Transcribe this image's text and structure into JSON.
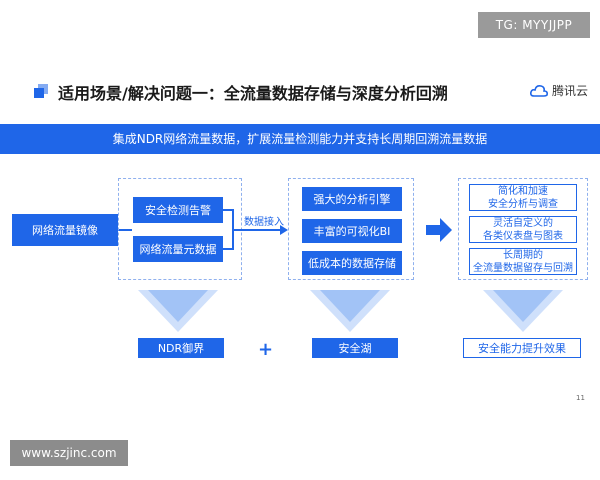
{
  "watermark_top": "TG: MYYJJPP",
  "watermark_bottom": "www.szjinc.com",
  "title": "适用场景/解决问题一：全流量数据存储与深度分析回溯",
  "logo_text": "腾讯云",
  "banner": "集成NDR网络流量数据，扩展流量检测能力并支持长周期回溯流量数据",
  "source_box": "网络流量镜像",
  "group1": [
    "安全检测告警",
    "网络流量元数据"
  ],
  "connector_label": "数据接入",
  "group2": [
    "强大的分析引擎",
    "丰富的可视化BI",
    "低成本的数据存储"
  ],
  "group3": [
    {
      "line1": "简化和加速",
      "line2": "安全分析与调查"
    },
    {
      "line1": "灵活自定义的",
      "line2": "各类仪表盘与图表"
    },
    {
      "line1": "长周期的",
      "line2": "全流量数据留存与回溯"
    }
  ],
  "bottom_labels": [
    "NDR御界",
    "安全湖",
    "安全能力提升效果"
  ],
  "plus_sign": "+",
  "page_number": "11",
  "colors": {
    "primary": "#1f66e8",
    "dashed": "#8fb0ee",
    "arrow_light": "#cfe0fb"
  }
}
